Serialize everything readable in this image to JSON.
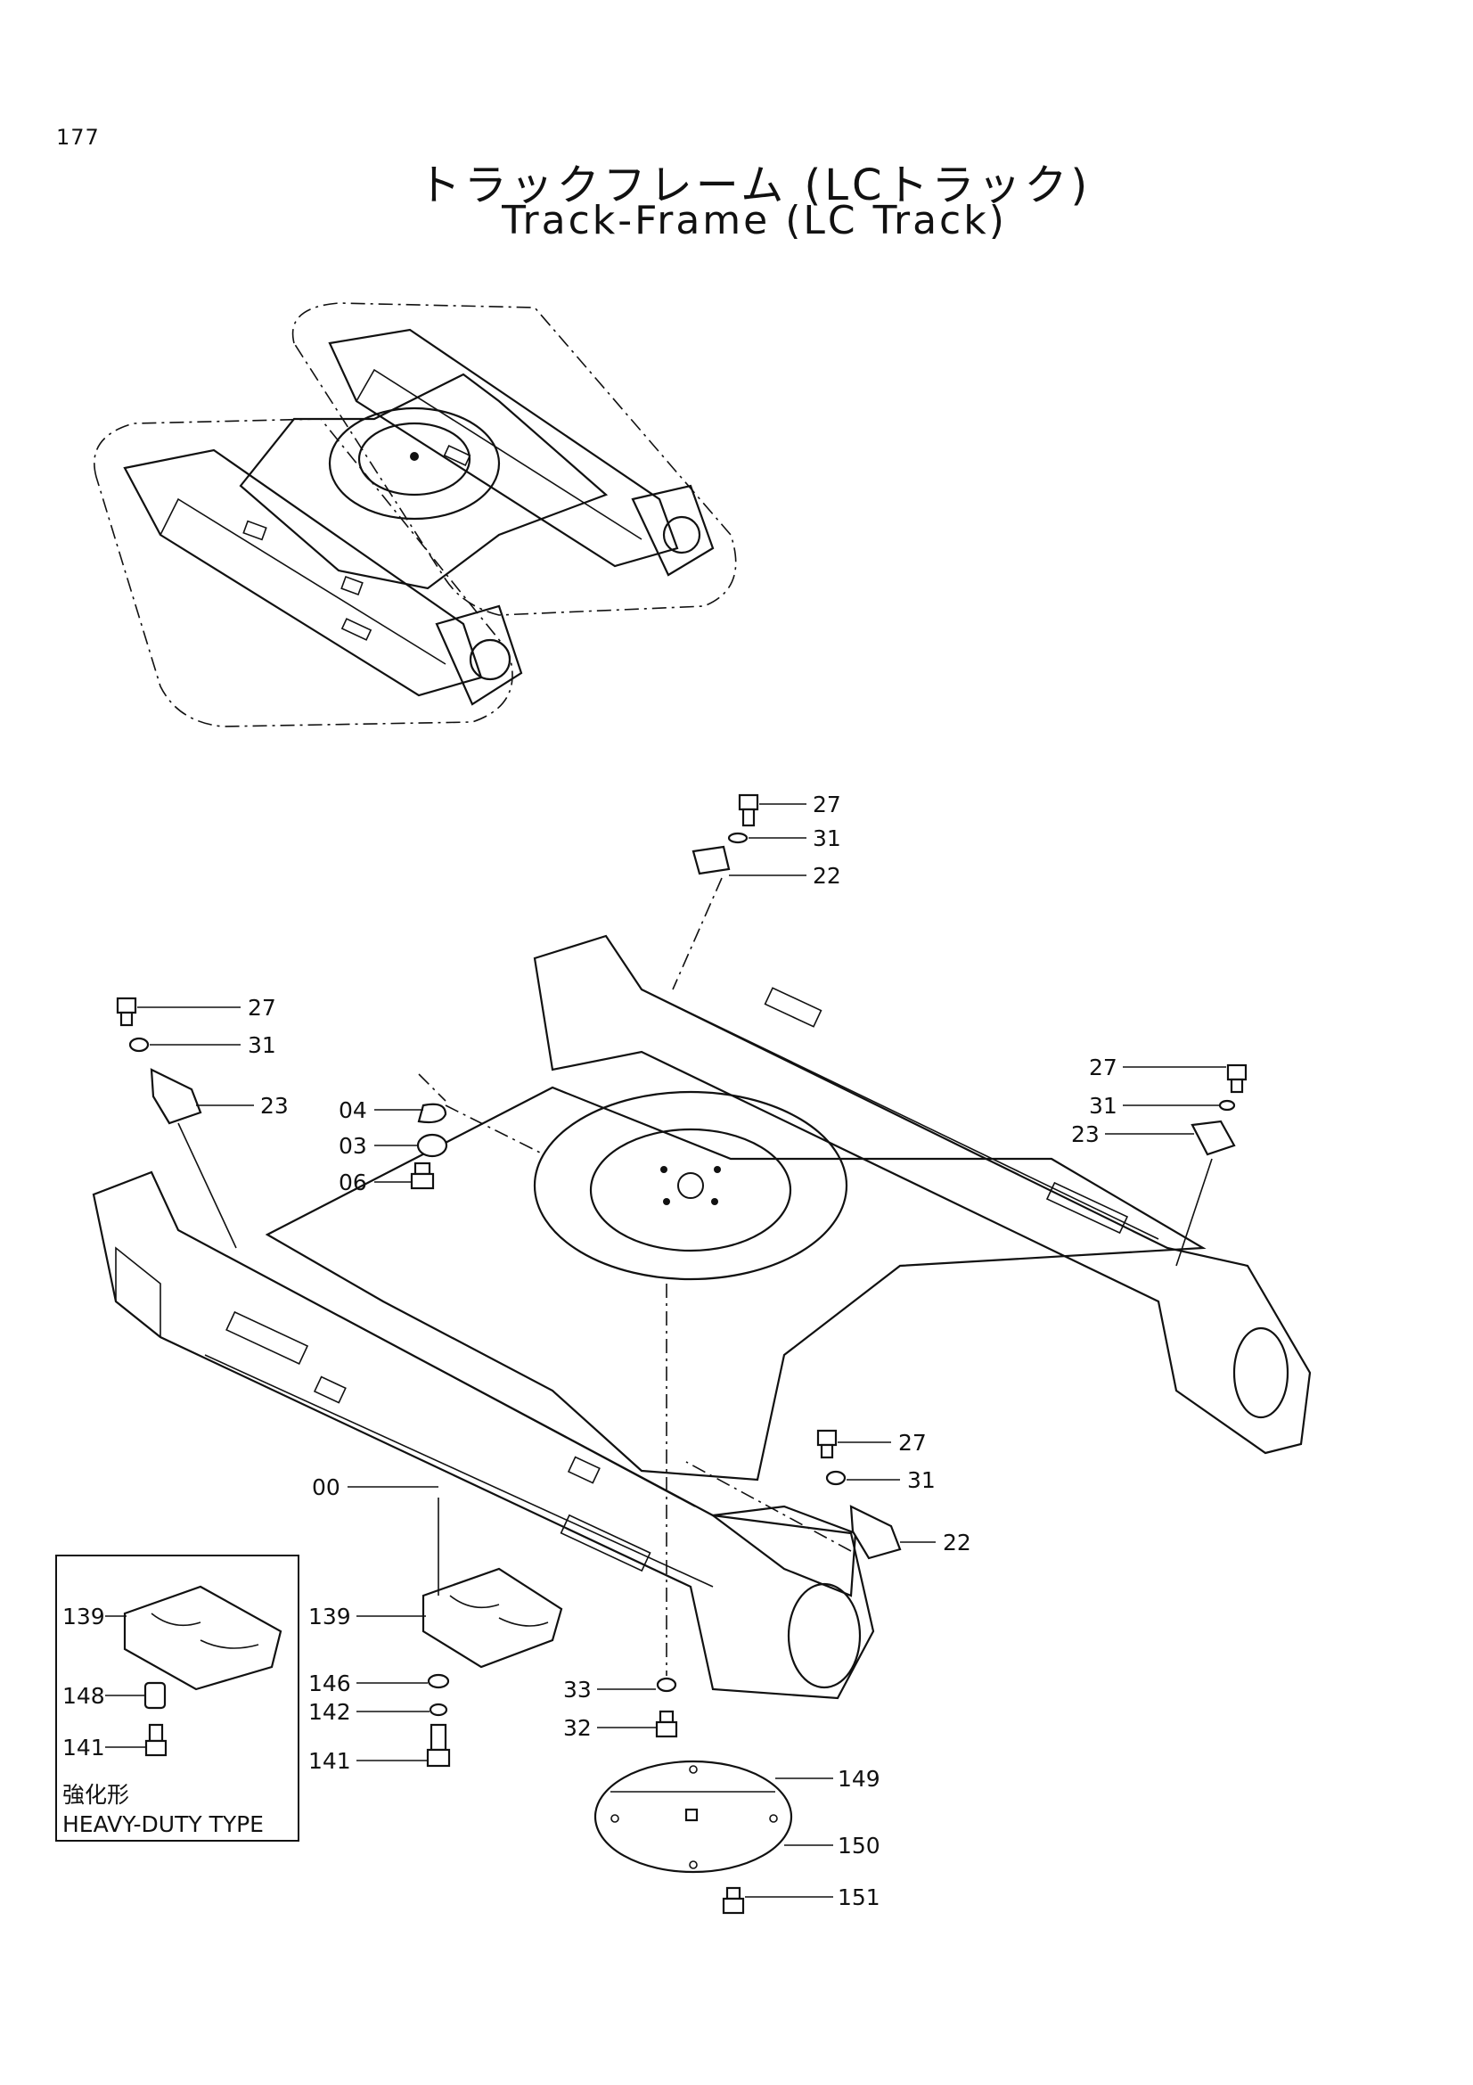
{
  "page": {
    "number": "177"
  },
  "title": {
    "jp": "トラックフレーム (LCトラック)",
    "en": "Track-Frame (LC Track)"
  },
  "inset": {
    "jp_label": "強化形",
    "en_label": "HEAVY-DUTY TYPE",
    "callouts": [
      "139",
      "148",
      "141"
    ]
  },
  "callouts": {
    "c27a": "27",
    "c31a": "31",
    "c22a": "22",
    "c27b": "27",
    "c31b": "31",
    "c23b": "23",
    "c27c": "27",
    "c31c": "31",
    "c23c": "23",
    "c04": "04",
    "c03": "03",
    "c06": "06",
    "c27d": "27",
    "c31d": "31",
    "c22d": "22",
    "c00": "00",
    "c139": "139",
    "c146": "146",
    "c142": "142",
    "c141": "141",
    "c33": "33",
    "c32": "32",
    "c149": "149",
    "c150": "150",
    "c151": "151"
  }
}
